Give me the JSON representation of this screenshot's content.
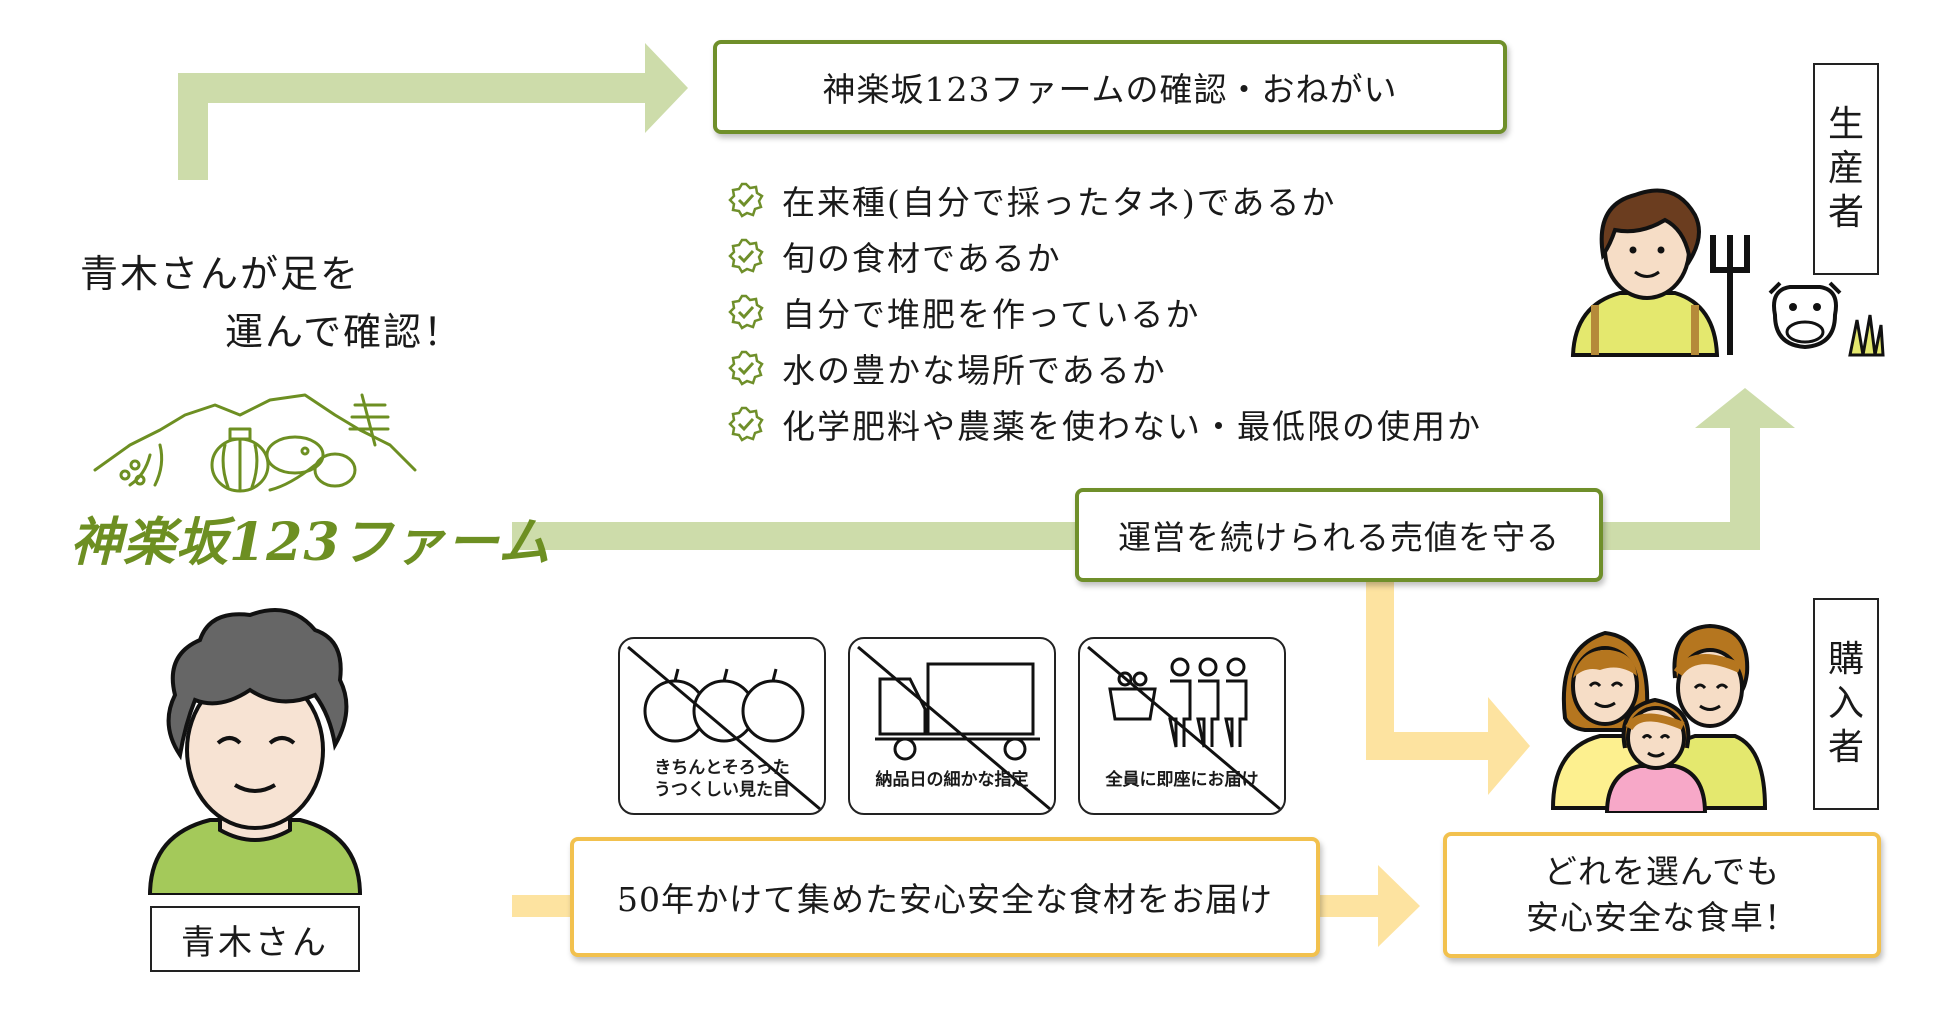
{
  "colors": {
    "green_arrow": "#cddcaa",
    "yellow_arrow": "#fde3a0",
    "green_border": "#6f8f2a",
    "yellow_border": "#f2c14e",
    "logo_green": "#6d8f22"
  },
  "farm_check": {
    "title": "神楽坂123ファームの確認・おねがい",
    "items": [
      "在来種(自分で採ったタネ)であるか",
      "旬の食材であるか",
      "自分で堆肥を作っているか",
      "水の豊かな場所であるか",
      "化学肥料や農薬を使わない・最低限の使用か"
    ]
  },
  "aoki_note": {
    "line1": "青木さんが足を",
    "line2": "運んで確認！"
  },
  "logo": {
    "text": "神楽坂123ファーム"
  },
  "aoki": {
    "name": "青木さん"
  },
  "price_box": {
    "label": "運営を続けられる売値を守る"
  },
  "producer_label": [
    "生",
    "産",
    "者"
  ],
  "buyer_label": [
    "購",
    "入",
    "者"
  ],
  "prohibited_cards": [
    {
      "line1": "きちんとそろった",
      "line2": "うつくしい見た目"
    },
    {
      "line1": "納品日の細かな指定",
      "line2": ""
    },
    {
      "line1": "全員に即座にお届け",
      "line2": ""
    }
  ],
  "delivery_box": {
    "label": "50年かけて集めた安心安全な食材をお届け"
  },
  "result_box": {
    "line1": "どれを選んでも",
    "line2": "安心安全な食卓！"
  }
}
